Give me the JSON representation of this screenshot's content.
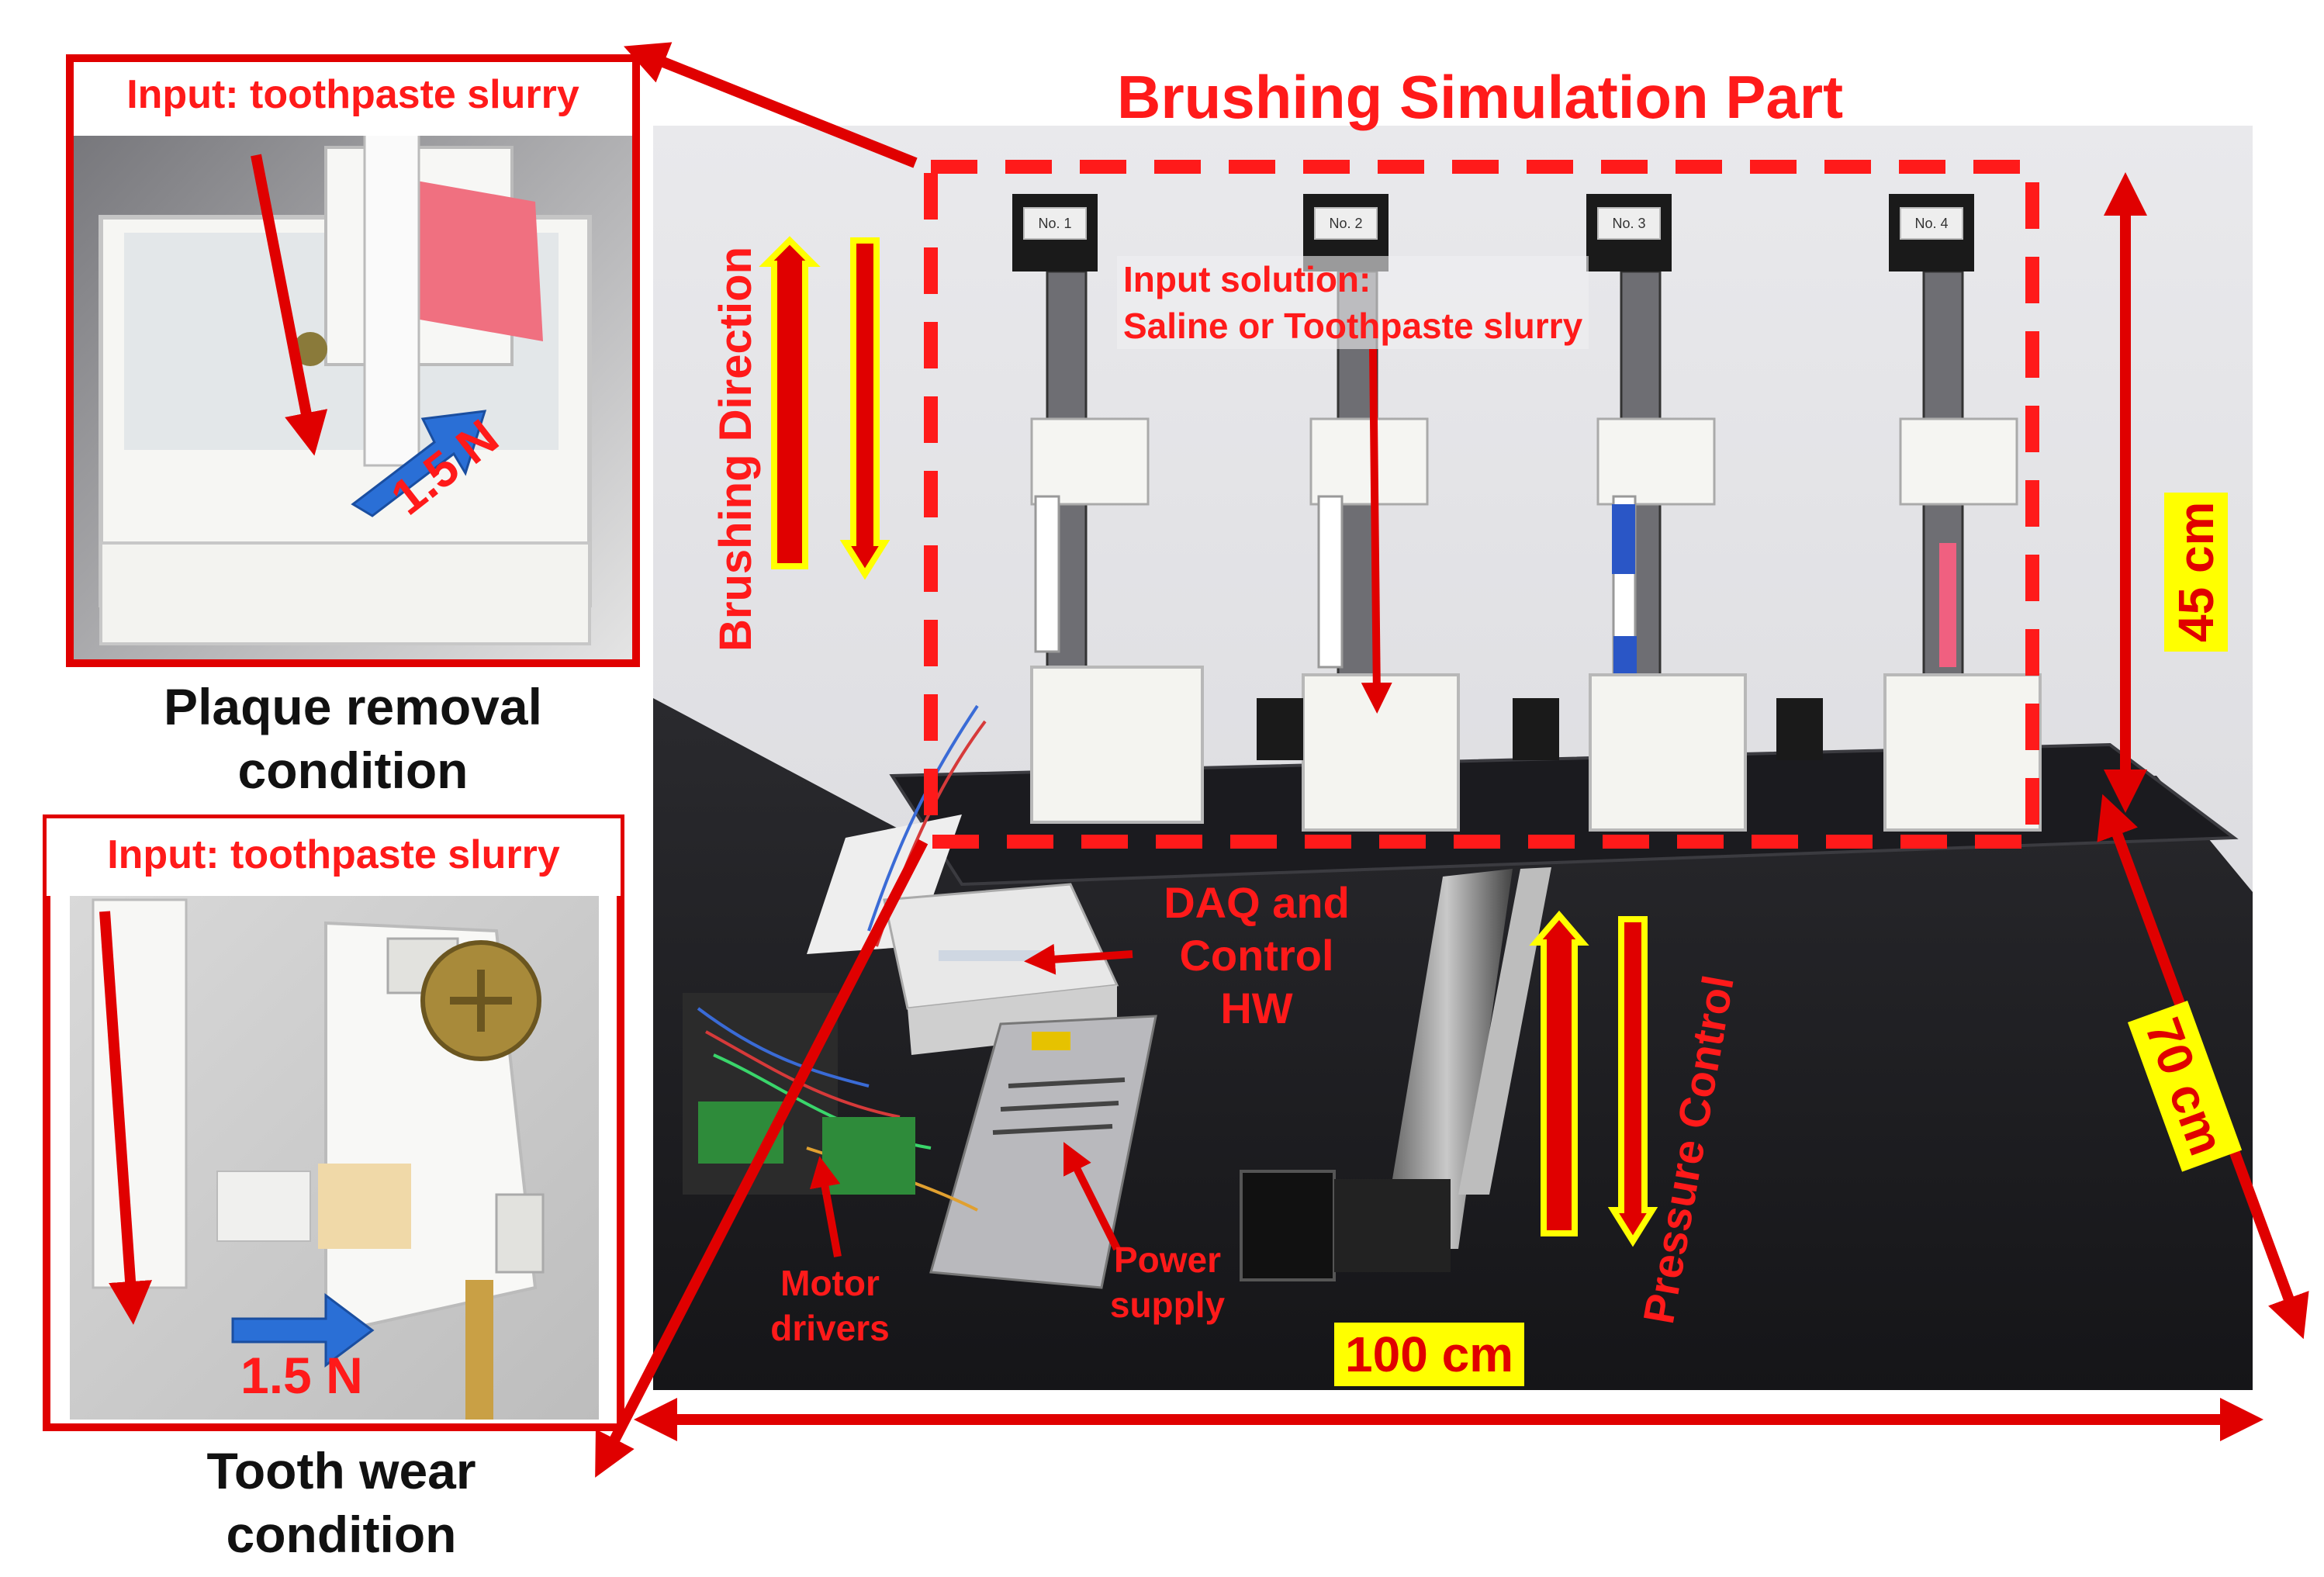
{
  "title": "Brushing Simulation Part",
  "panels": {
    "plaque": {
      "input_label": "Input: toothpaste slurry",
      "force_label": "1.5 N",
      "caption_line1": "Plaque removal",
      "caption_line2": "condition"
    },
    "wear": {
      "input_label": "Input: toothpaste slurry",
      "force_label": "1.5 N",
      "caption_line1": "Tooth wear",
      "caption_line2": "condition"
    }
  },
  "main": {
    "input_solution_line1": "Input solution:",
    "input_solution_line2": "Saline or Toothpaste slurry",
    "brushing_direction": "Brushing Direction",
    "pressure_control": "Pressure Control",
    "daq_line1": "DAQ and",
    "daq_line2": "Control",
    "daq_line3": "HW",
    "motor_line1": "Motor",
    "motor_line2": "drivers",
    "power_line1": "Power",
    "power_line2": "supply",
    "station_labels": [
      "No. 1",
      "No. 2",
      "No. 3",
      "No. 4"
    ]
  },
  "dimensions": {
    "height": "45 cm",
    "depth": "70 cm",
    "width": "100 cm"
  },
  "colors": {
    "annotation_red": "#ff1a1a",
    "highlight_yellow": "#ffff00",
    "force_blue": "#2a6fd6"
  }
}
